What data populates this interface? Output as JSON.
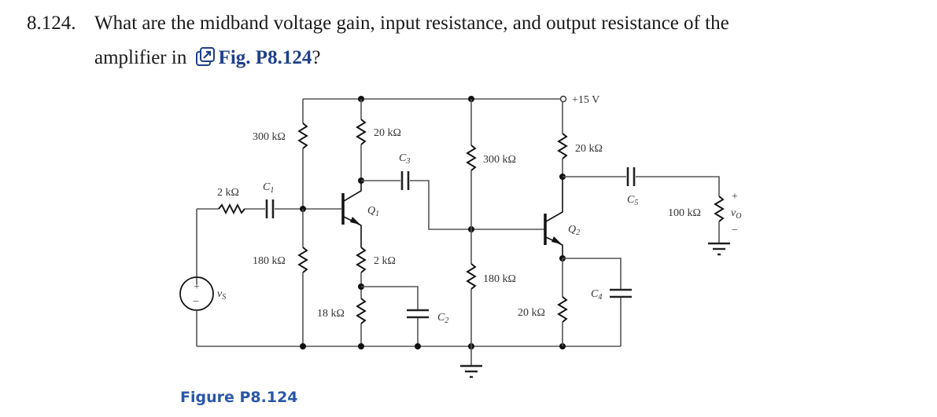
{
  "problem": {
    "number": "8.124.",
    "text_line1": "What are the midband voltage gain, input resistance, and output resistance of the",
    "text_line2_prefix": "amplifier in",
    "link_icon": "external-link-icon",
    "figure_link": "Fig. P8.124",
    "text_suffix": "?"
  },
  "circuit": {
    "supply": "+15 V",
    "r_source": "2 kΩ",
    "c1": "C",
    "c1_sub": "1",
    "r_b1_top": "300 kΩ",
    "r_b1_bottom": "180 kΩ",
    "r_c1": "20 kΩ",
    "q1": "Q",
    "q1_sub": "1",
    "r_e1a": "2 kΩ",
    "r_e1b": "18 kΩ",
    "c2": "C",
    "c2_sub": "2",
    "c3": "C",
    "c3_sub": "3",
    "r_b2_top": "300 kΩ",
    "r_b2_bottom": "180 kΩ",
    "r_c2": "20 kΩ",
    "q2": "Q",
    "q2_sub": "2",
    "r_e2": "20 kΩ",
    "c4": "C",
    "c4_sub": "4",
    "c5": "C",
    "c5_sub": "5",
    "r_load": "100 kΩ",
    "vs": "v",
    "vs_sub": "S",
    "vo": "v",
    "vo_sub": "O",
    "plus": "+",
    "minus": "−"
  },
  "caption": "Figure P8.124"
}
